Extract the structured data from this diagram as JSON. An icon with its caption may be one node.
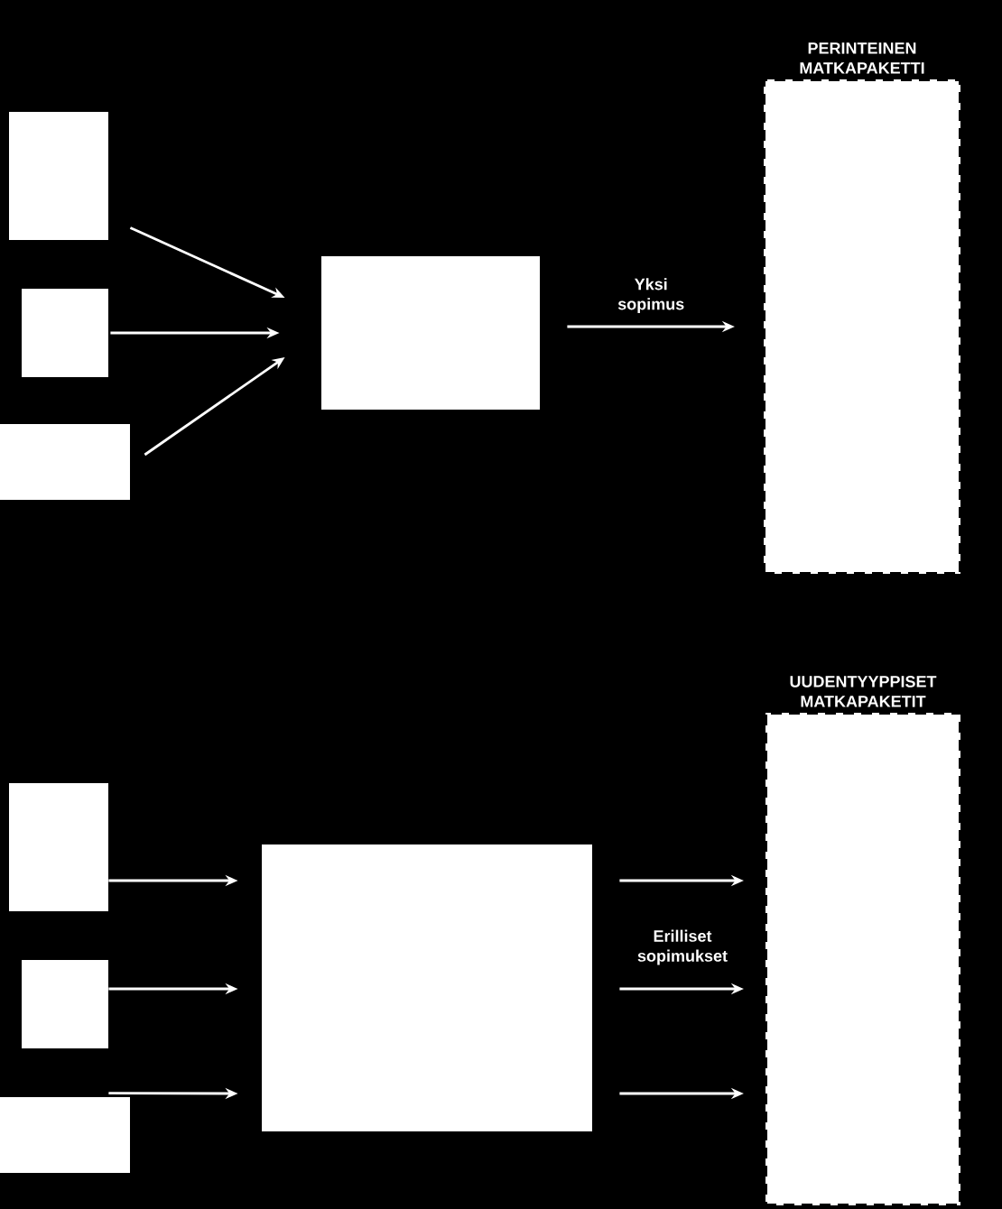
{
  "diagram": {
    "nodes": [
      {
        "text": [],
        "shape": "box"
      },
      {
        "text": [],
        "shape": "box"
      },
      {
        "text": [],
        "shape": "box"
      },
      {
        "text": [],
        "shape": "box"
      },
      {
        "text": [
          "PERINTEINEN MATKAPAKETTI"
        ]
      },
      {
        "text": [],
        "shape": "box"
      },
      {
        "text": [],
        "shape": "box"
      },
      {
        "text": [],
        "shape": "box"
      },
      {
        "text": [],
        "shape": "box"
      },
      {
        "text": [
          "UUDENTYYPPISET MATKAPAKETIT"
        ]
      }
    ],
    "edges": [
      {
        "from": 0,
        "to": 3,
        "arrow": "to"
      },
      {
        "from": 1,
        "to": 3,
        "arrow": "to"
      },
      {
        "from": 2,
        "to": 3,
        "arrow": "to"
      },
      {
        "from": 3,
        "to": 4,
        "arrow": "to",
        "label": "Yksi sopimus"
      },
      {
        "from": 5,
        "to": 8,
        "arrow": "to"
      },
      {
        "from": 6,
        "to": 8,
        "arrow": "to"
      },
      {
        "from": 7,
        "to": 8,
        "arrow": "to"
      },
      {
        "from": 8,
        "to": 9,
        "arrow": "to"
      },
      {
        "from": 8,
        "to": 9,
        "arrow": "to"
      },
      {
        "from": 8,
        "to": 9,
        "arrow": "to"
      }
    ],
    "labels": [
      "Erilliset sopimukset"
    ]
  }
}
